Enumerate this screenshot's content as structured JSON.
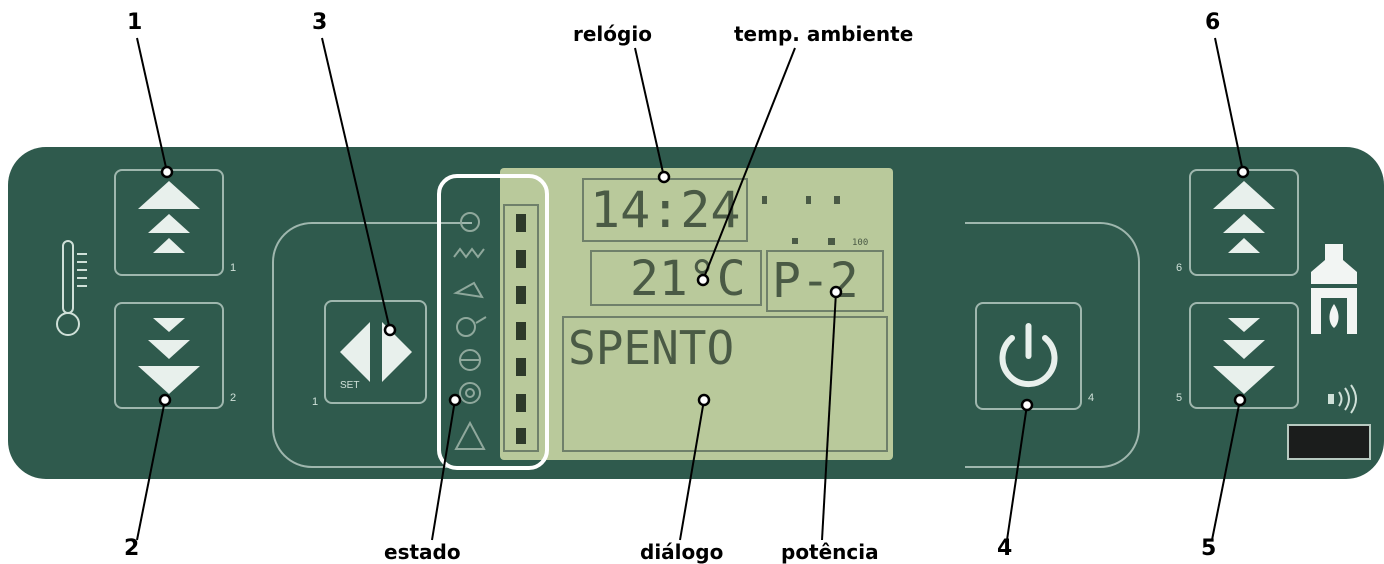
{
  "lcd": {
    "clock": "14:24",
    "ambient_temp": "21°C",
    "power": "P-2",
    "dialog": "SPENTO",
    "segment_label": "100"
  },
  "callouts": {
    "c1": "1",
    "c2": "2",
    "c3": "3",
    "c4": "4",
    "c5": "5",
    "c6": "6",
    "clock": "relógio",
    "temp": "temp. ambiente",
    "state": "estado",
    "dialog": "diálogo",
    "power": "potência"
  },
  "buttons": {
    "b1": "1",
    "b2": "2",
    "b3": "1",
    "b4": "4",
    "b5": "5",
    "b6": "6",
    "set": "SET"
  },
  "colors": {
    "panel": "#2f5a4d",
    "lcd": "#b9c99b",
    "button_border": "#9fb7ae",
    "state_highlight": "#ffffff"
  },
  "icons": [
    "thermometer-icon",
    "up-arrows-icon",
    "down-arrows-icon",
    "left-right-arrows-icon",
    "power-icon",
    "fireplace-icon",
    "sound-icon"
  ]
}
